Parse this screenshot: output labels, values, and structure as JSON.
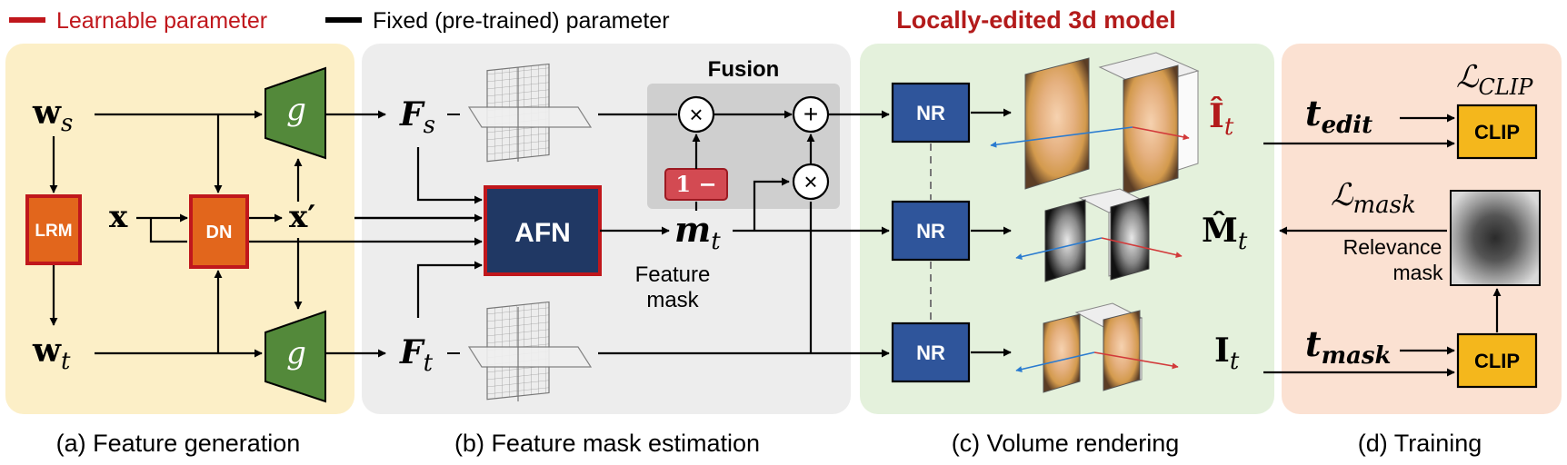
{
  "legend": {
    "learnable": "Learnable parameter",
    "fixed": "Fixed (pre-trained) parameter",
    "learnable_color": "#c0171c",
    "fixed_color": "#000000"
  },
  "header": {
    "title": "Locally-edited 3d model",
    "title_color": "#b31b1b"
  },
  "panels": {
    "a": {
      "caption": "(a) Feature generation",
      "bg": "#fcefc7"
    },
    "b": {
      "caption": "(b) Feature mask estimation",
      "bg": "#ededed"
    },
    "c": {
      "caption": "(c) Volume rendering",
      "bg": "#e4f1dc"
    },
    "d": {
      "caption": "(d) Training",
      "bg": "#fbe1d2"
    }
  },
  "blocks": {
    "lrm": "LRM",
    "dn": "DN",
    "afn": "AFN",
    "nr": "NR",
    "clip": "CLIP",
    "one_minus": "1 −",
    "fusion": "Fusion",
    "times": "×",
    "plus": "+"
  },
  "symbols": {
    "w_s_base": "w",
    "w_s_sub": "s",
    "w_t_base": "w",
    "w_t_sub": "t",
    "x": "x",
    "x_prime": "x′",
    "g": "g",
    "F_s_base": "F",
    "F_s_sub": "s",
    "F_t_base": "F",
    "F_t_sub": "t",
    "m_t_base": "m",
    "m_t_sub": "t",
    "I_hat_base": "Î",
    "I_hat_sub": "t",
    "M_hat_base": "M̂",
    "M_hat_sub": "t",
    "I_t_base": "I",
    "I_t_sub": "t",
    "t_edit_base": "t",
    "t_edit_sub": "edit",
    "t_mask_base": "t",
    "t_mask_sub": "mask",
    "L_clip_base": "ℒ",
    "L_clip_sub": "CLIP",
    "L_mask_base": "ℒ",
    "L_mask_sub": "mask"
  },
  "labels": {
    "feature_mask_1": "Feature",
    "feature_mask_2": "mask",
    "relevance_mask_1": "Relevance",
    "relevance_mask_2": "mask"
  },
  "colors": {
    "orange_block": "#e2661c",
    "green_block": "#53893a",
    "navy_block": "#203864",
    "blue_block": "#2f559b",
    "clip_block": "#f4b71c",
    "pink_block": "#d34a52",
    "fusion_box": "#cfcfcf"
  }
}
